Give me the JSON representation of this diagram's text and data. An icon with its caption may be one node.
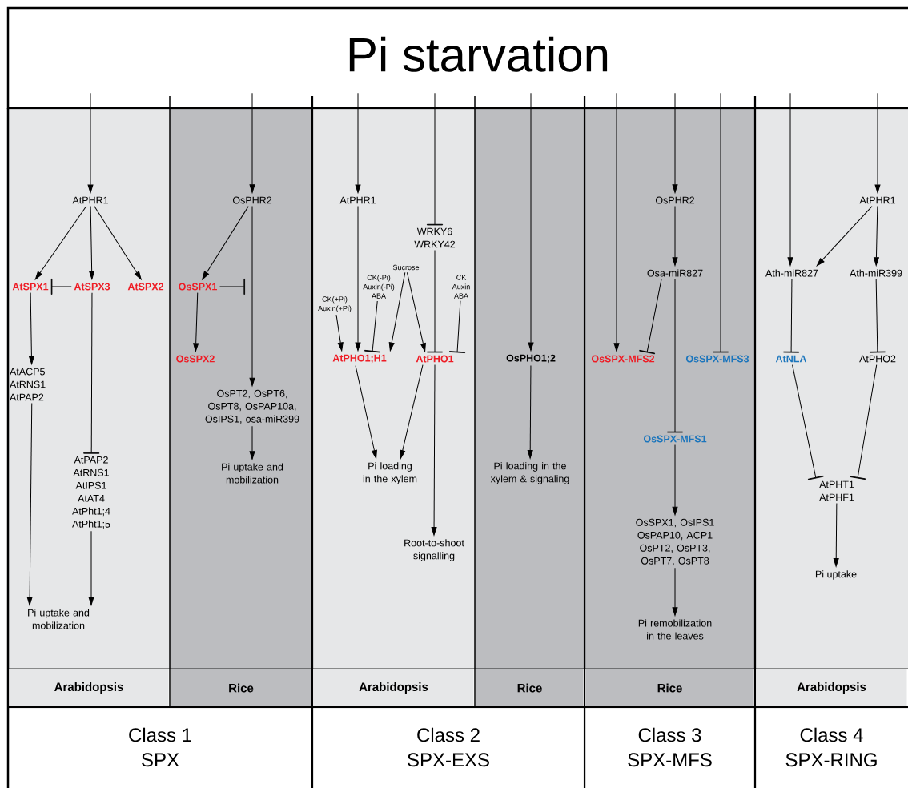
{
  "diagram": {
    "nodes": [
      {
        "text": [
          "Pi starvation"
        ]
      },
      {
        "text": [
          "AtPHR1"
        ]
      },
      {
        "text": [
          "AtSPX1"
        ]
      },
      {
        "text": [
          "AtSPX3"
        ]
      },
      {
        "text": [
          "AtSPX2"
        ]
      },
      {
        "text": [
          "AtACP5 AtRNS1 AtPAP2"
        ]
      },
      {
        "text": [
          "AtPAP2 AtRNS1 AtIPS1 AtAT4 AtPht1;4 AtPht1;5"
        ]
      },
      {
        "text": [
          "Pi uptake and mobilization"
        ]
      },
      {
        "text": [
          "OsPHR2"
        ]
      },
      {
        "text": [
          "OsSPX1"
        ]
      },
      {
        "text": [
          "OsSPX2"
        ]
      },
      {
        "text": [
          "OsPT2, OsPT6, OsPT8, OsPAP10a, OsIPS1, osa-miR399"
        ]
      },
      {
        "text": [
          "Pi uptake and mobilization"
        ]
      },
      {
        "text": [
          "AtPHR1"
        ]
      },
      {
        "text": [
          "WRKY6 WRKY42"
        ]
      },
      {
        "text": [
          "Sucrose"
        ]
      },
      {
        "text": [
          "CK(-Pi) Auxin(-Pi) ABA"
        ]
      },
      {
        "text": [
          "CK(+Pi) Auxin(+Pi)"
        ]
      },
      {
        "text": [
          "CK Auxin ABA"
        ]
      },
      {
        "text": [
          "AtPHO1;H1"
        ]
      },
      {
        "text": [
          "AtPHO1"
        ]
      },
      {
        "text": [
          "Pi loading in the xylem"
        ]
      },
      {
        "text": [
          "Root-to-shoot signalling"
        ]
      },
      {
        "text": [
          "OsPHO1;2"
        ]
      },
      {
        "text": [
          "Pi loading in the xylem & signaling"
        ]
      },
      {
        "text": [
          "OsPHR2"
        ]
      },
      {
        "text": [
          "Osa-miR827"
        ]
      },
      {
        "text": [
          "OsSPX-MFS2"
        ]
      },
      {
        "text": [
          "OsSPX-MFS3"
        ]
      },
      {
        "text": [
          "OsSPX-MFS1"
        ]
      },
      {
        "text": [
          "OsSPX1, OsIPS1 OsPAP10, ACP1 OsPT2, OsPT3, OsPT7, OsPT8"
        ]
      },
      {
        "text": [
          "Pi remobilization in the leaves"
        ]
      },
      {
        "text": [
          "Ath-miR827"
        ]
      },
      {
        "text": [
          "AtPHR1"
        ]
      },
      {
        "text": [
          "Ath-miR399"
        ]
      },
      {
        "text": [
          "AtNLA"
        ]
      },
      {
        "text": [
          "AtPHO2"
        ]
      },
      {
        "text": [
          "AtPHT1 AtPHF1"
        ]
      },
      {
        "text": [
          "Pi uptake"
        ]
      },
      {
        "text": [
          "Arabidopsis"
        ]
      },
      {
        "text": [
          "Rice"
        ]
      },
      {
        "text": [
          "Arabidopsis"
        ]
      },
      {
        "text": [
          "Rice"
        ]
      },
      {
        "text": [
          "Rice"
        ]
      },
      {
        "text": [
          "Arabidopsis"
        ]
      },
      {
        "text": [
          "Class 1",
          "SPX"
        ]
      },
      {
        "text": [
          "Class 2",
          "SPX-EXS"
        ]
      },
      {
        "text": [
          "Class 3",
          "SPX-MFS"
        ]
      },
      {
        "text": [
          "Class 4",
          "SPX-RING"
        ]
      }
    ],
    "edges": [
      {
        "from": 0,
        "to": 1,
        "arrow": "to"
      },
      {
        "from": 0,
        "to": 8,
        "arrow": "to"
      },
      {
        "from": 0,
        "to": 13,
        "arrow": "to"
      },
      {
        "from": 0,
        "to": 14,
        "arrow": "other"
      },
      {
        "from": 0,
        "to": 23,
        "arrow": "to"
      },
      {
        "from": 0,
        "to": 27,
        "arrow": "to"
      },
      {
        "from": 0,
        "to": 25,
        "arrow": "to"
      },
      {
        "from": 0,
        "to": 28,
        "arrow": "other"
      },
      {
        "from": 0,
        "to": 32,
        "arrow": "to"
      },
      {
        "from": 0,
        "to": 33,
        "arrow": "to"
      },
      {
        "from": 1,
        "to": 2,
        "arrow": "to"
      },
      {
        "from": 1,
        "to": 3,
        "arrow": "to"
      },
      {
        "from": 1,
        "to": 4,
        "arrow": "to"
      },
      {
        "from": 3,
        "to": 2,
        "arrow": "other"
      },
      {
        "from": 2,
        "to": 5,
        "arrow": "to"
      },
      {
        "from": 3,
        "to": 6,
        "arrow": "other"
      },
      {
        "from": 5,
        "to": 7,
        "arrow": "to"
      },
      {
        "from": 6,
        "to": 7,
        "arrow": "to"
      },
      {
        "from": 8,
        "to": 9,
        "arrow": "to"
      },
      {
        "from": 9,
        "to": null,
        "arrow": "other"
      },
      {
        "from": 8,
        "to": 11,
        "arrow": "to"
      },
      {
        "from": 9,
        "to": 10,
        "arrow": "to"
      },
      {
        "from": 11,
        "to": 12,
        "arrow": "to"
      },
      {
        "from": 13,
        "to": 19,
        "arrow": "to"
      },
      {
        "from": 17,
        "to": 19,
        "arrow": "to"
      },
      {
        "from": 16,
        "to": 19,
        "arrow": "other"
      },
      {
        "from": 15,
        "to": 19,
        "arrow": "to"
      },
      {
        "from": 15,
        "to": 20,
        "arrow": "to"
      },
      {
        "from": 14,
        "to": 20,
        "arrow": "other"
      },
      {
        "from": 18,
        "to": 20,
        "arrow": "other"
      },
      {
        "from": 19,
        "to": 21,
        "arrow": "to"
      },
      {
        "from": 20,
        "to": 21,
        "arrow": "to"
      },
      {
        "from": 20,
        "to": 22,
        "arrow": "to"
      },
      {
        "from": 23,
        "to": 24,
        "arrow": "to"
      },
      {
        "from": 25,
        "to": 26,
        "arrow": "to"
      },
      {
        "from": 26,
        "to": 27,
        "arrow": "other"
      },
      {
        "from": 26,
        "to": 29,
        "arrow": "other"
      },
      {
        "from": 29,
        "to": 30,
        "arrow": "to"
      },
      {
        "from": 30,
        "to": 31,
        "arrow": "to"
      },
      {
        "from": 33,
        "to": 32,
        "arrow": "to"
      },
      {
        "from": 33,
        "to": 34,
        "arrow": "to"
      },
      {
        "from": 32,
        "to": 35,
        "arrow": "other"
      },
      {
        "from": 34,
        "to": 36,
        "arrow": "other"
      },
      {
        "from": 35,
        "to": 37,
        "arrow": "other"
      },
      {
        "from": 36,
        "to": 37,
        "arrow": "other"
      },
      {
        "from": 37,
        "to": 38,
        "arrow": "to"
      }
    ]
  }
}
